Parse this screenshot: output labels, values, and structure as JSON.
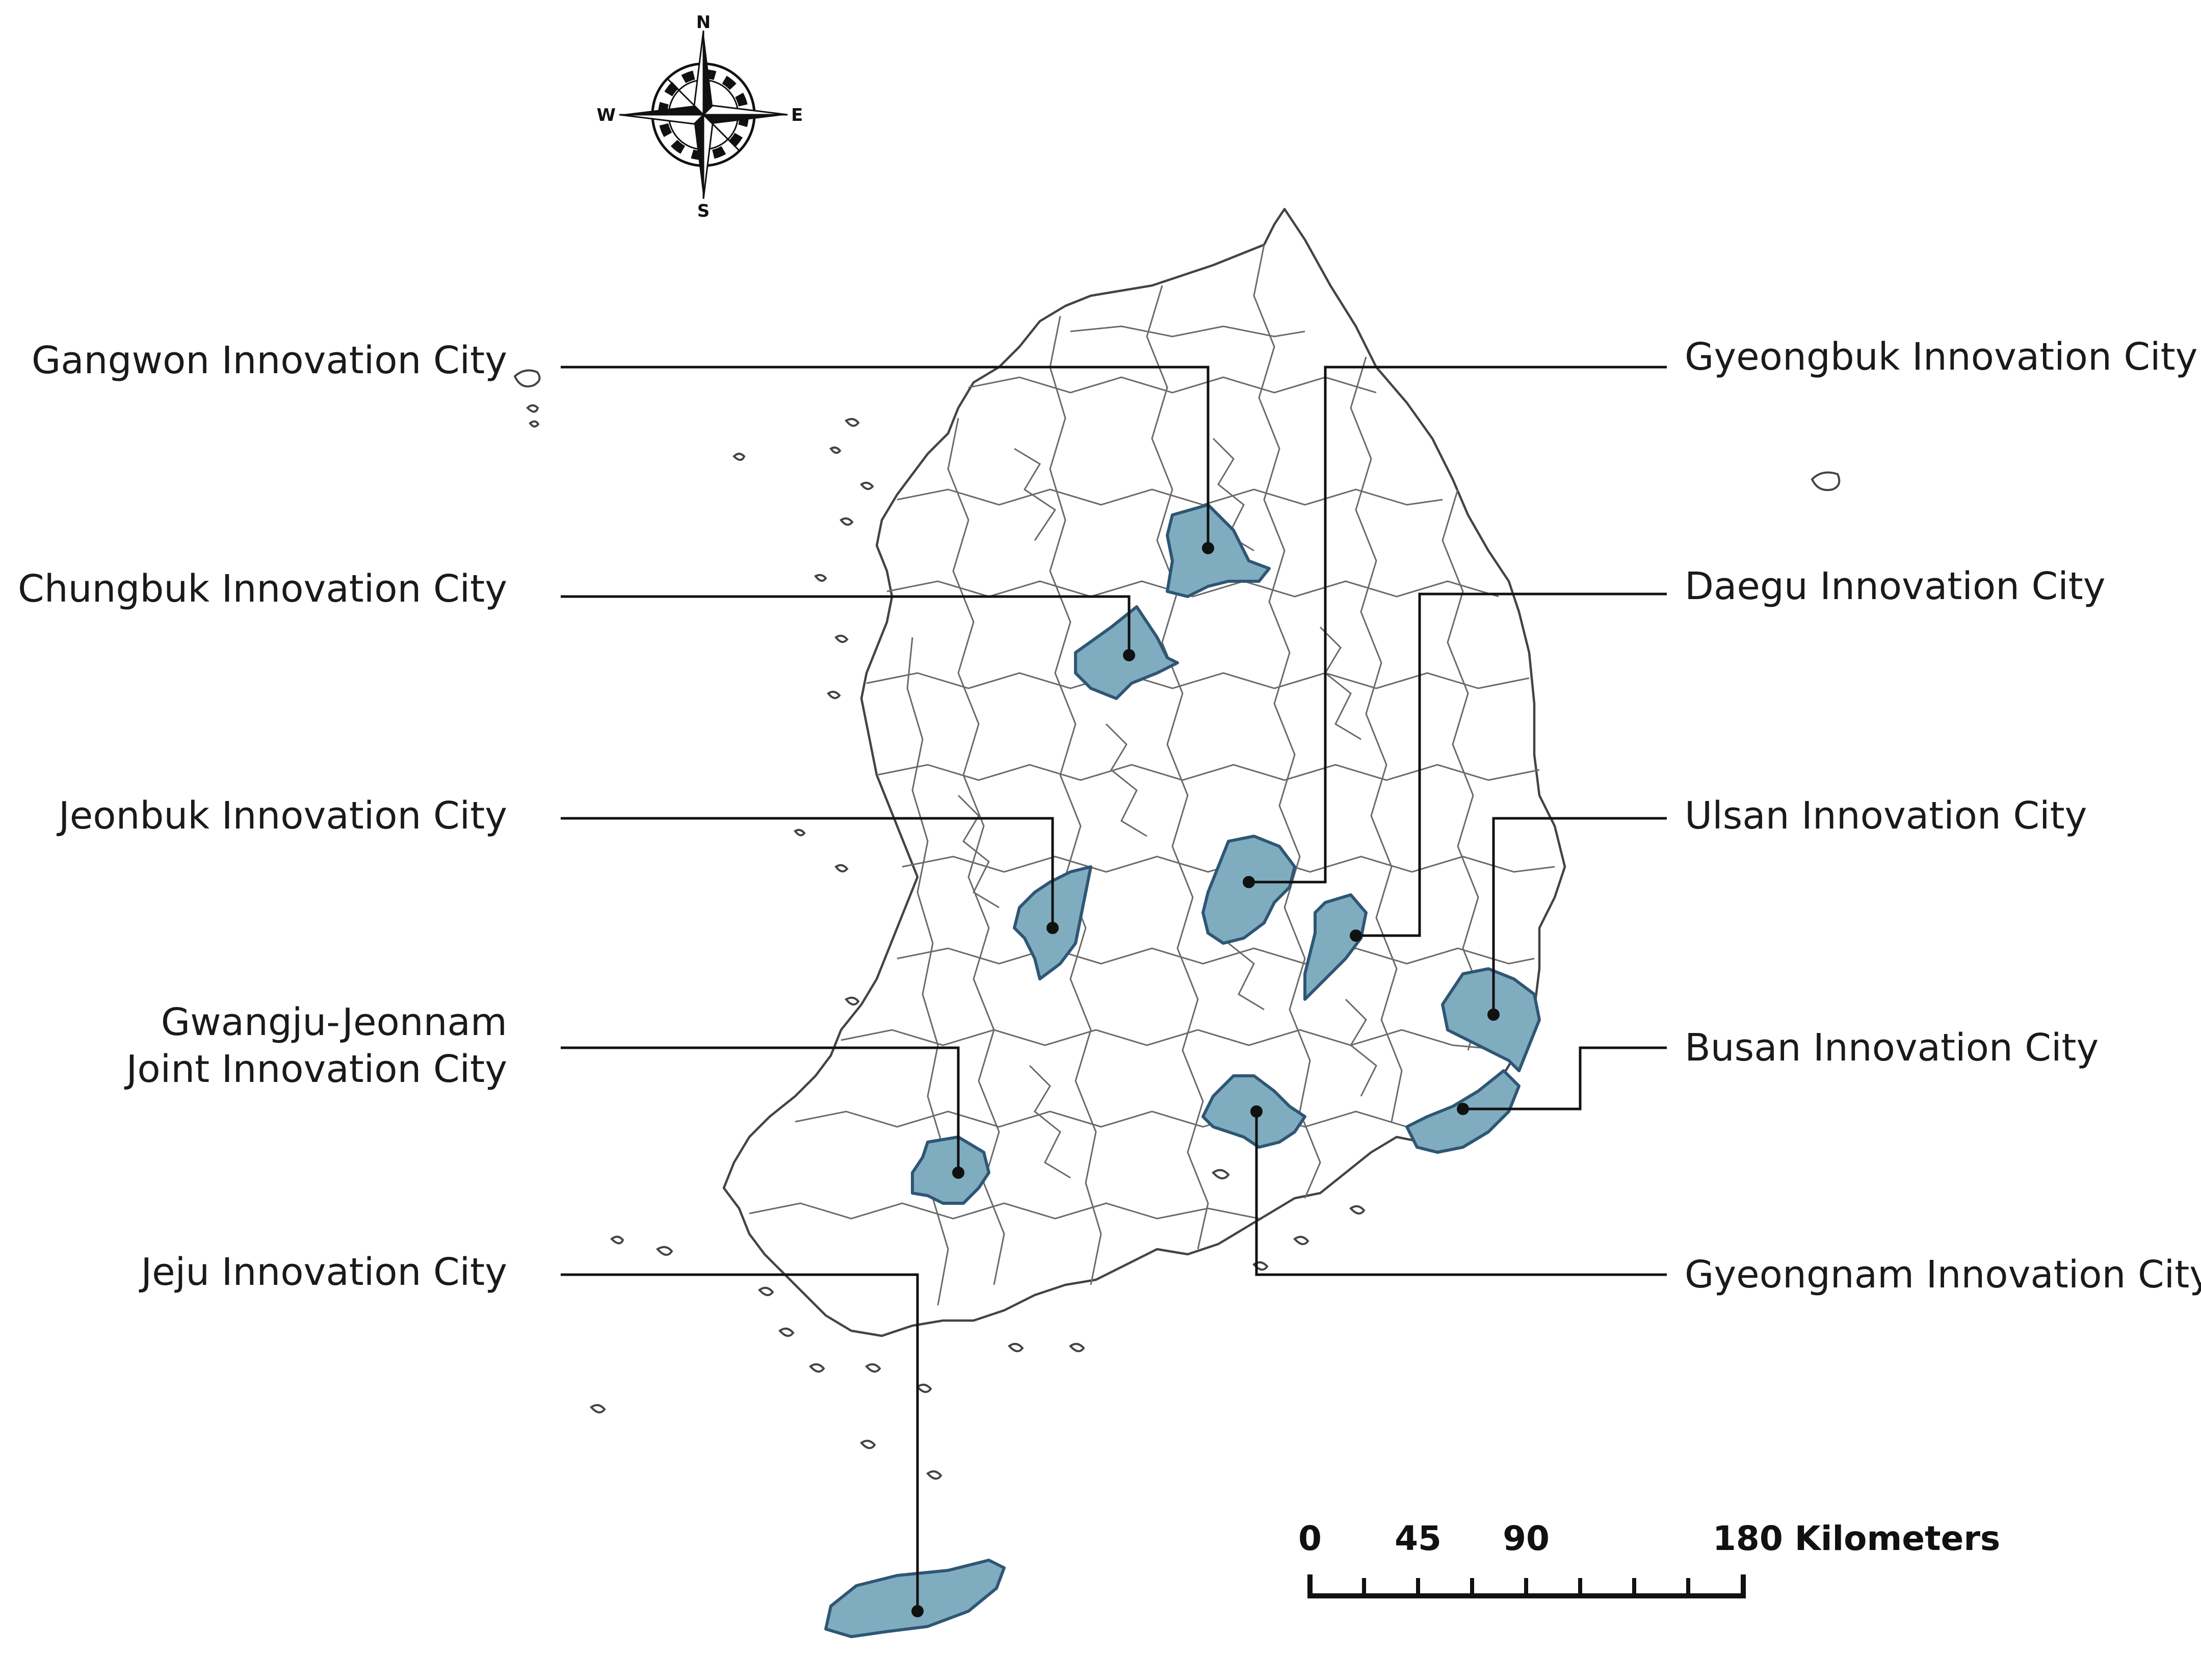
{
  "map": {
    "highlight_color": "#7fadbf",
    "highlight_border_color": "#2f5674",
    "labels": {
      "gangwon": "Gangwon Innovation City",
      "chungbuk": "Chungbuk Innovation City",
      "jeonbuk": "Jeonbuk Innovation City",
      "gwangju_line1": "Gwangju-Jeonnam",
      "gwangju_line2": "Joint Innovation City",
      "jeju": "Jeju Innovation City",
      "gyeongbuk": "Gyeongbuk Innovation City",
      "daegu": "Daegu Innovation City",
      "ulsan": "Ulsan Innovation City",
      "busan": "Busan Innovation City",
      "gyeongnam": "Gyeongnam Innovation City"
    }
  },
  "scale_bar": {
    "ticks": [
      "0",
      "45",
      "90",
      "180"
    ],
    "unit": "Kilometers",
    "last_label": "180 Kilometers"
  },
  "compass": {
    "north": "N",
    "south": "S",
    "east": "E",
    "west": "W"
  }
}
